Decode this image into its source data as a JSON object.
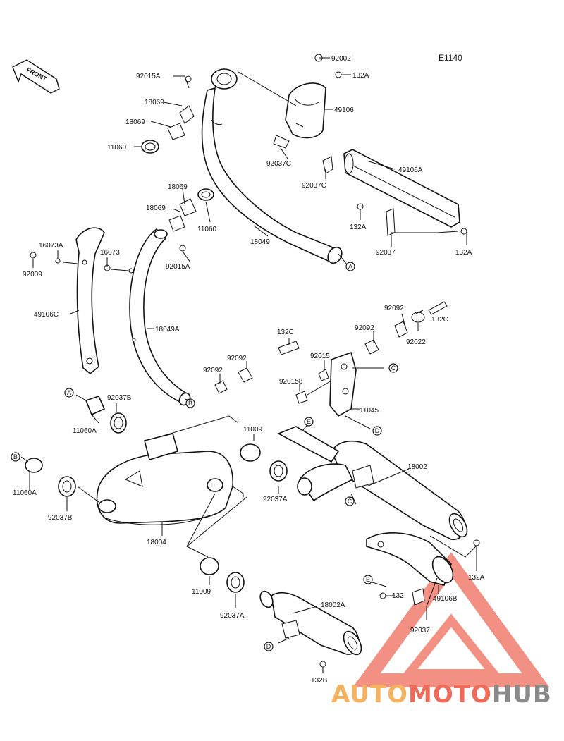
{
  "diagram": {
    "code": "E1140",
    "front_label": "FRONT",
    "parts": [
      {
        "id": "p92002",
        "text": "92002"
      },
      {
        "id": "p132A_a",
        "text": "132A"
      },
      {
        "id": "p49106",
        "text": "49106"
      },
      {
        "id": "p92037C_a",
        "text": "92037C"
      },
      {
        "id": "p92015A_a",
        "text": "92015A"
      },
      {
        "id": "p18069_a",
        "text": "18069"
      },
      {
        "id": "p18069_b",
        "text": "18069"
      },
      {
        "id": "p11060_a",
        "text": "11060"
      },
      {
        "id": "p49106A",
        "text": "49106A"
      },
      {
        "id": "p92037C_b",
        "text": "92037C"
      },
      {
        "id": "p132A_b",
        "text": "132A"
      },
      {
        "id": "p92037_a",
        "text": "92037"
      },
      {
        "id": "p132A_c",
        "text": "132A"
      },
      {
        "id": "p18069_c",
        "text": "18069"
      },
      {
        "id": "p18069_d",
        "text": "18069"
      },
      {
        "id": "p11060_b",
        "text": "11060"
      },
      {
        "id": "p18049",
        "text": "18049"
      },
      {
        "id": "p16073A",
        "text": "16073A"
      },
      {
        "id": "p16073",
        "text": "16073"
      },
      {
        "id": "p92009",
        "text": "92009"
      },
      {
        "id": "p92015A_b",
        "text": "92015A"
      },
      {
        "id": "p49106C",
        "text": "49106C"
      },
      {
        "id": "p18049A",
        "text": "18049A"
      },
      {
        "id": "p92092_a",
        "text": "92092"
      },
      {
        "id": "p132C_a",
        "text": "132C"
      },
      {
        "id": "p92022",
        "text": "92022"
      },
      {
        "id": "p92092_b",
        "text": "92092"
      },
      {
        "id": "p132C_b",
        "text": "132C"
      },
      {
        "id": "p92092_c",
        "text": "92092"
      },
      {
        "id": "p92015",
        "text": "92015"
      },
      {
        "id": "p92092_d",
        "text": "92092"
      },
      {
        "id": "p920158",
        "text": "920158"
      },
      {
        "id": "p11045",
        "text": "11045"
      },
      {
        "id": "p92037B_a",
        "text": "92037B"
      },
      {
        "id": "p11060A_a",
        "text": "11060A"
      },
      {
        "id": "p11009_a",
        "text": "11009"
      },
      {
        "id": "p18002",
        "text": "18002"
      },
      {
        "id": "p11060A_b",
        "text": "11060A"
      },
      {
        "id": "p92037B_b",
        "text": "92037B"
      },
      {
        "id": "p92037A_a",
        "text": "92037A"
      },
      {
        "id": "p18004",
        "text": "18004"
      },
      {
        "id": "p132A_d",
        "text": "132A"
      },
      {
        "id": "p132_e",
        "text": "132"
      },
      {
        "id": "p49106B",
        "text": "49106B"
      },
      {
        "id": "p11009_b",
        "text": "11009"
      },
      {
        "id": "p18002A",
        "text": "18002A"
      },
      {
        "id": "p92037_b",
        "text": "92037"
      },
      {
        "id": "p92037A_b",
        "text": "92037A"
      },
      {
        "id": "p132B",
        "text": "132B"
      }
    ],
    "markers": [
      "A",
      "B",
      "C",
      "D",
      "E"
    ]
  },
  "watermark": {
    "auto": "AUTO",
    "moto": "MOTO",
    "hub": "HUB",
    "colors": {
      "auto": "#f5b25e",
      "moto": "#ee6b5a",
      "hub": "#8a8a8a",
      "triangle": "#ee6b5a"
    }
  }
}
